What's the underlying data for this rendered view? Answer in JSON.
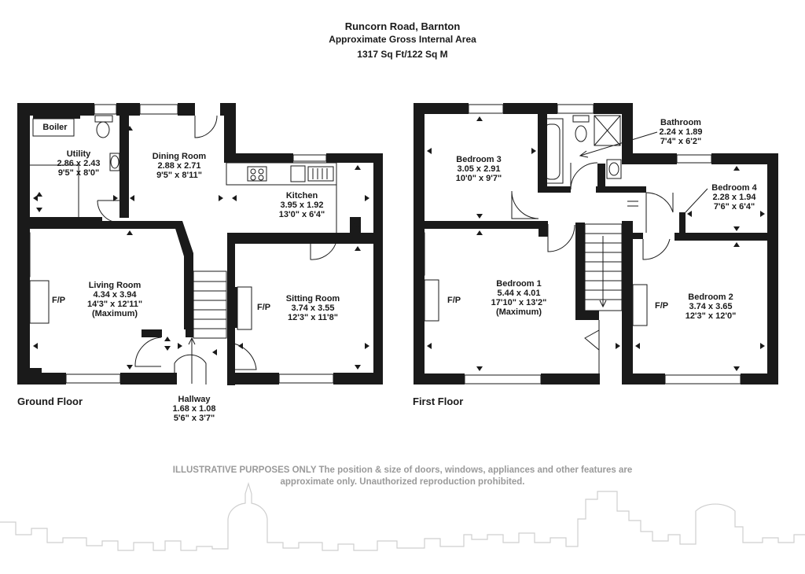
{
  "header": {
    "address": "Runcorn Road, Barnton",
    "area_title": "Approximate Gross Internal Area",
    "area_value": "1317 Sq Ft/122 Sq M"
  },
  "floors": {
    "ground": "Ground Floor",
    "first": "First Floor"
  },
  "rooms": {
    "boiler": {
      "name": "Boiler"
    },
    "utility": {
      "name": "Utility",
      "metric": "2.86 x 2.43",
      "imperial": "9'5\" x 8'0\""
    },
    "dining": {
      "name": "Dining Room",
      "metric": "2.88 x 2.71",
      "imperial": "9'5\" x 8'11\""
    },
    "kitchen": {
      "name": "Kitchen",
      "metric": "3.95 x 1.92",
      "imperial": "13'0\" x 6'4\""
    },
    "living": {
      "name": "Living Room",
      "metric": "4.34 x 3.94",
      "imperial": "14'3\" x 12'11\"",
      "note": "(Maximum)"
    },
    "sitting": {
      "name": "Sitting Room",
      "metric": "3.74 x 3.55",
      "imperial": "12'3\" x 11'8\""
    },
    "hallway": {
      "name": "Hallway",
      "metric": "1.68 x 1.08",
      "imperial": "5'6\" x 3'7\""
    },
    "bedroom3": {
      "name": "Bedroom 3",
      "metric": "3.05 x 2.91",
      "imperial": "10'0\" x 9'7\""
    },
    "bathroom": {
      "name": "Bathroom",
      "metric": "2.24 x 1.89",
      "imperial": "7'4\" x 6'2\""
    },
    "bedroom4": {
      "name": "Bedroom 4",
      "metric": "2.28 x 1.94",
      "imperial": "7'6\" x 6'4\""
    },
    "bedroom1": {
      "name": "Bedroom 1",
      "metric": "5.44 x 4.01",
      "imperial": "17'10\" x 13'2\"",
      "note": "(Maximum)"
    },
    "bedroom2": {
      "name": "Bedroom 2",
      "metric": "3.74 x 3.65",
      "imperial": "12'3\" x 12'0\""
    }
  },
  "fireplace_label": "F/P",
  "disclaimer": {
    "lead": "ILLUSTRATIVE PURPOSES ONLY",
    "line1": "The position & size of doors, windows, appliances and other features are",
    "line2": "approximate only. Unauthorized reproduction prohibited."
  },
  "colors": {
    "wall": "#1a1a1a",
    "watermark": "#cfcfcf",
    "disclaimer": "#9a9a9a"
  }
}
